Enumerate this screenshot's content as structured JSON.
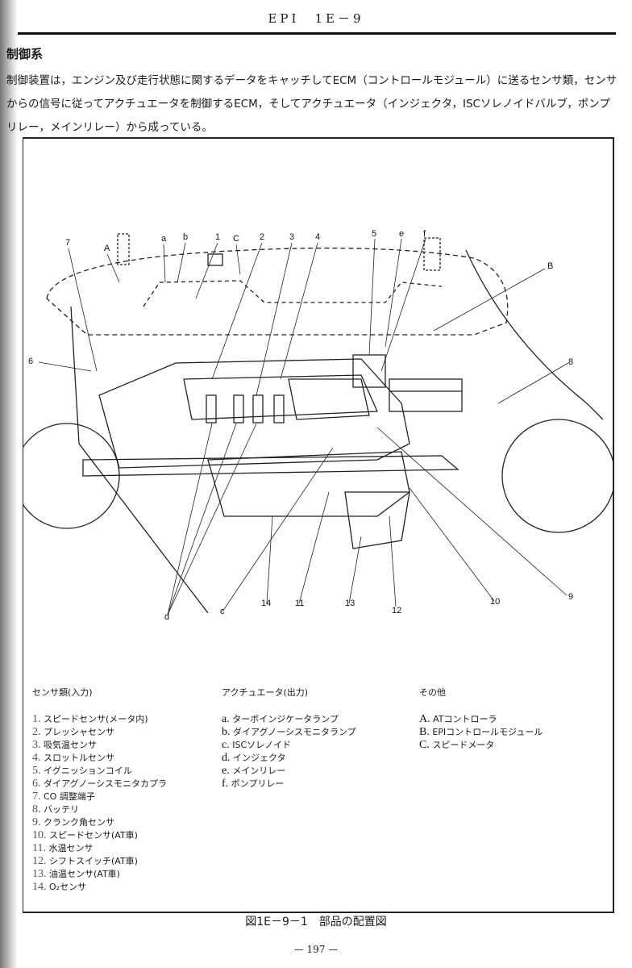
{
  "header": {
    "title": "EPI　1E－9"
  },
  "section_title": "制御系",
  "paragraph": "制御装置は，エンジン及び走行状態に関するデータをキャッチしてECM（コントロールモジュール）に送るセンサ類，センサからの信号に従ってアクチュエータを制御するECM，そしてアクチュエータ（インジェクタ，ISCソレノイドバルブ，ポンプリレー，メインリレー）から成っている。",
  "callouts": [
    "7",
    "A",
    "a",
    "b",
    "1",
    "C",
    "2",
    "3",
    "4",
    "5",
    "e",
    "f",
    "B",
    "6",
    "8",
    "9",
    "10",
    "12",
    "13",
    "11",
    "14",
    "c",
    "d"
  ],
  "legend": {
    "sensors": {
      "heading": "センサ類(入力)",
      "items": [
        {
          "n": "1.",
          "t": "スピードセンサ(メータ内)"
        },
        {
          "n": "2.",
          "t": "プレッシャセンサ"
        },
        {
          "n": "3.",
          "t": "吸気温センサ"
        },
        {
          "n": "4.",
          "t": "スロットルセンサ"
        },
        {
          "n": "5.",
          "t": "イグニッションコイル"
        },
        {
          "n": "6.",
          "t": "ダイアグノーシスモニタカプラ"
        },
        {
          "n": "7.",
          "t": "CO 調整端子"
        },
        {
          "n": "8.",
          "t": "バッテリ"
        },
        {
          "n": "9.",
          "t": "クランク角センサ"
        },
        {
          "n": "10.",
          "t": "スピードセンサ(AT車)"
        },
        {
          "n": "11.",
          "t": "水温センサ"
        },
        {
          "n": "12.",
          "t": "シフトスイッチ(AT車)"
        },
        {
          "n": "13.",
          "t": "油温センサ(AT車)"
        },
        {
          "n": "14.",
          "t": "O₂センサ"
        }
      ]
    },
    "actuators": {
      "heading": "アクチュエータ(出力)",
      "items": [
        {
          "n": "a.",
          "t": "ターボインジケータランプ"
        },
        {
          "n": "b.",
          "t": "ダイアグノーシスモニタランプ"
        },
        {
          "n": "c.",
          "t": "ISCソレノイド"
        },
        {
          "n": "d.",
          "t": "インジェクタ"
        },
        {
          "n": "e.",
          "t": "メインリレー"
        },
        {
          "n": "f.",
          "t": "ポンプリレー"
        }
      ]
    },
    "others": {
      "heading": "その他",
      "items": [
        {
          "n": "A.",
          "t": "ATコントローラ"
        },
        {
          "n": "B.",
          "t": "EPIコントロールモジュール"
        },
        {
          "n": "C.",
          "t": "スピードメータ"
        }
      ]
    }
  },
  "caption": "図1E－9－1　部品の配置図",
  "page_number": "— 197 —"
}
